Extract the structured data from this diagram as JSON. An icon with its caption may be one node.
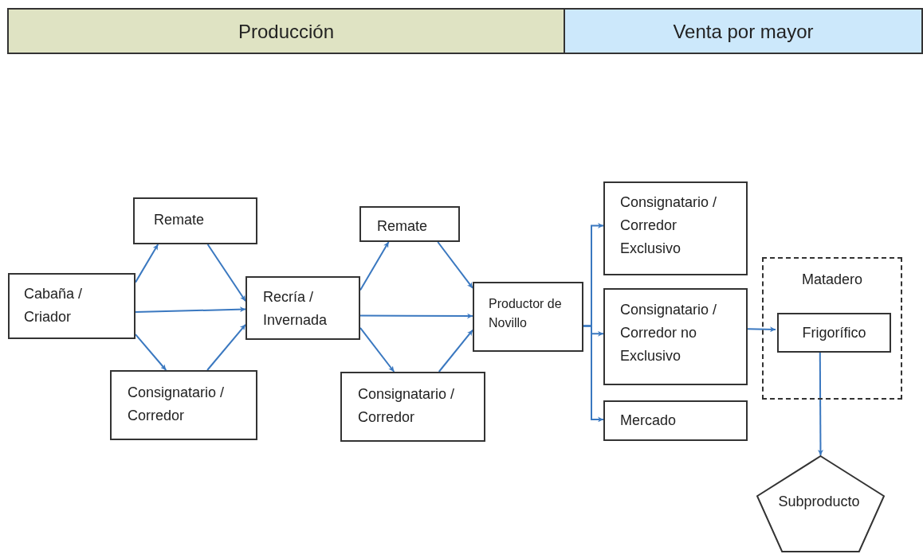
{
  "diagram": {
    "nodes": [
      {
        "text": [
          "Producción"
        ]
      },
      {
        "text": [
          "Venta por mayor"
        ]
      },
      {
        "text": [
          "Cabaña / Criador"
        ]
      },
      {
        "text": [
          "Remate"
        ]
      },
      {
        "text": [
          "Consignatario / Corredor"
        ]
      },
      {
        "text": [
          "Recría / Invernada"
        ]
      },
      {
        "text": [
          "Remate"
        ]
      },
      {
        "text": [
          "Consignatario / Corredor"
        ]
      },
      {
        "text": [
          "Productor de Novillo"
        ]
      },
      {
        "text": [
          "Consignatario / Corredor Exclusivo"
        ]
      },
      {
        "text": [
          "Consignatario / Corredor no Exclusivo"
        ]
      },
      {
        "text": [
          "Mercado"
        ]
      },
      {
        "text": [
          "Matadero"
        ]
      },
      {
        "text": [
          "Frigorífico"
        ],
        "in": 12
      },
      {
        "text": [
          "Subproducto"
        ]
      }
    ],
    "edges": [
      {
        "from": 2,
        "to": 3,
        "arrow": "to"
      },
      {
        "from": 2,
        "to": 5,
        "arrow": "to"
      },
      {
        "from": 2,
        "to": 4,
        "arrow": "to"
      },
      {
        "from": 3,
        "to": 5,
        "arrow": "to"
      },
      {
        "from": 4,
        "to": 5,
        "arrow": "to"
      },
      {
        "from": 5,
        "to": 6,
        "arrow": "to"
      },
      {
        "from": 5,
        "to": 8,
        "arrow": "to"
      },
      {
        "from": 5,
        "to": 7,
        "arrow": "to"
      },
      {
        "from": 6,
        "to": 8,
        "arrow": "to"
      },
      {
        "from": 7,
        "to": 8,
        "arrow": "to"
      },
      {
        "from": 8,
        "to": 9,
        "arrow": "to"
      },
      {
        "from": 8,
        "to": 10,
        "arrow": "to"
      },
      {
        "from": 8,
        "to": 11,
        "arrow": "to"
      },
      {
        "from": 10,
        "to": 13,
        "arrow": "to"
      },
      {
        "from": 13,
        "to": 14,
        "arrow": "to"
      }
    ]
  }
}
